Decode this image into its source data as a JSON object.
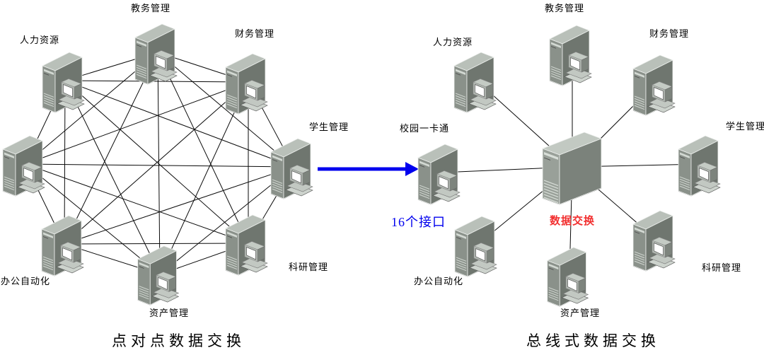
{
  "left": {
    "caption": "点对点数据交换",
    "nodes": {
      "top": "教务管理",
      "upper_left": "人力资源",
      "upper_right": "财务管理",
      "right": "学生管理",
      "lower_left": "办公自动化",
      "bottom": "资产管理",
      "lower_right": "科研管理"
    }
  },
  "right": {
    "caption": "总线式数据交换",
    "hub_label": "数据交换",
    "annotation": "16个接口",
    "nodes": {
      "top": "教务管理",
      "upper_left": "人力资源",
      "upper_right": "财务管理",
      "left": "校园一卡通",
      "right": "学生管理",
      "lower_left": "办公自动化",
      "bottom": "资产管理",
      "lower_right": "科研管理"
    }
  },
  "colors": {
    "arrow_blue": "#0000ee",
    "annotation_blue": "#0000ee",
    "hub_label_red": "#f23030",
    "connection_line": "#000000"
  }
}
